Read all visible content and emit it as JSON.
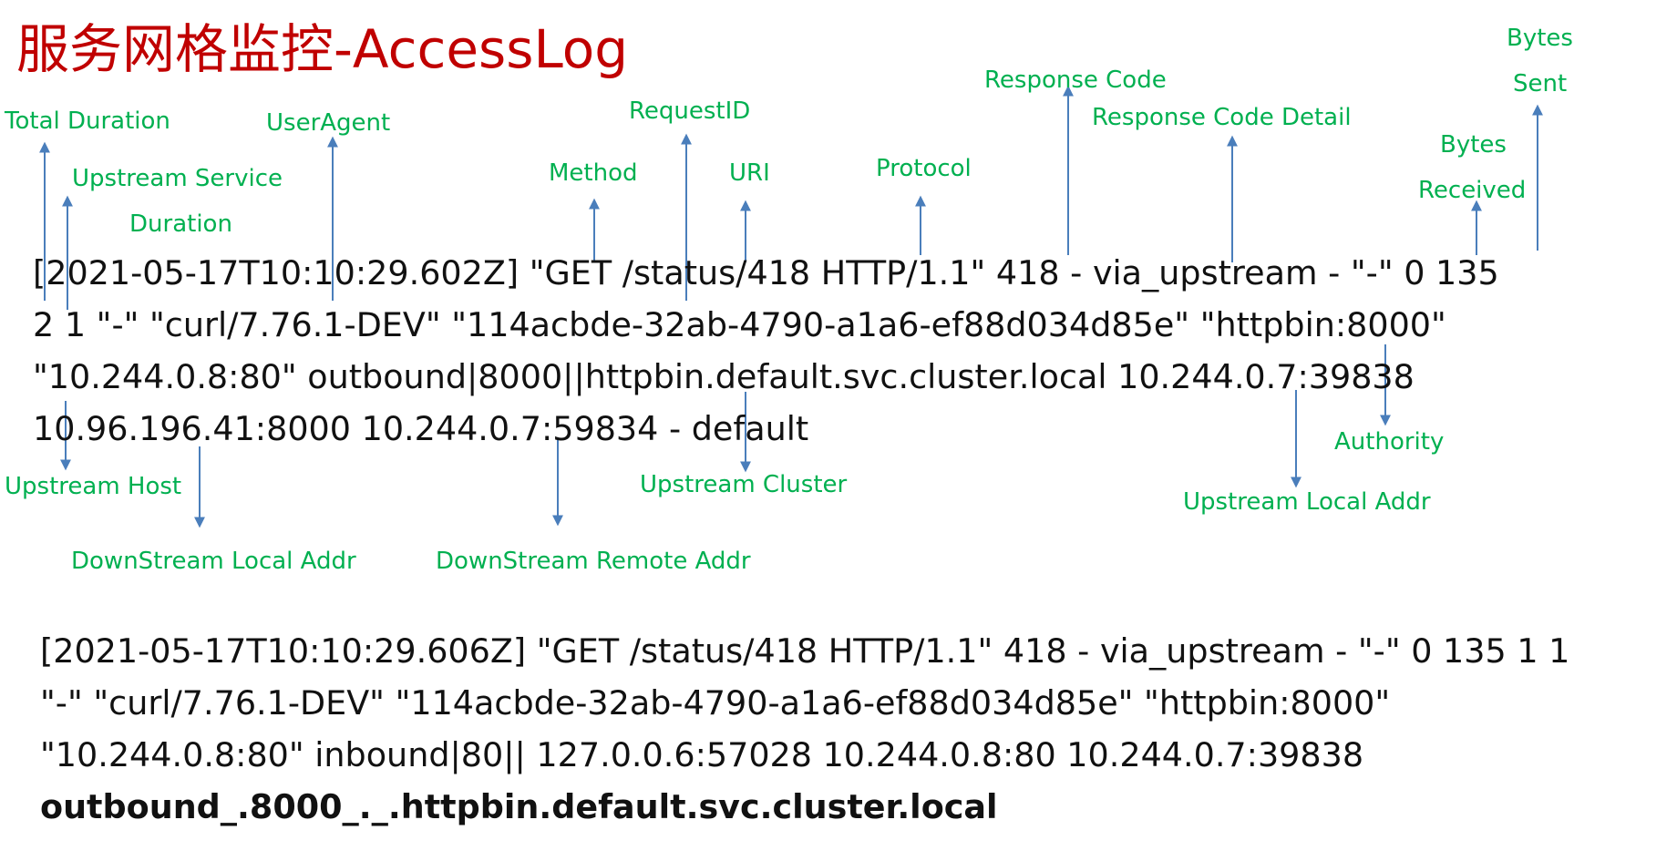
{
  "title": "服务网格监控-AccessLog",
  "labels": {
    "total_duration": "Total Duration",
    "upstream_service_1": "Upstream Service",
    "upstream_service_2": "Duration",
    "useragent": "UserAgent",
    "method": "Method",
    "requestid": "RequestID",
    "uri": "URI",
    "protocol": "Protocol",
    "response_code": "Response Code",
    "response_code_detail": "Response Code Detail",
    "bytes_received_1": "Bytes",
    "bytes_received_2": "Received",
    "bytes_sent_1": "Bytes",
    "bytes_sent_2": "Sent",
    "upstream_host": "Upstream Host",
    "downstream_local_addr": "DownStream Local Addr",
    "downstream_remote_addr": "DownStream Remote Addr",
    "upstream_cluster": "Upstream Cluster",
    "authority": "Authority",
    "upstream_local_addr": "Upstream Local Addr"
  },
  "log1": [
    "[2021-05-17T10:10:29.602Z] \"GET /status/418 HTTP/1.1\" 418 - via_upstream - \"-\" 0 135",
    "2 1 \"-\" \"curl/7.76.1-DEV\" \"114acbde-32ab-4790-a1a6-ef88d034d85e\"  \"httpbin:8000\"",
    "\"10.244.0.8:80\" outbound|8000||httpbin.default.svc.cluster.local 10.244.0.7:39838",
    "10.96.196.41:8000 10.244.0.7:59834 - default"
  ],
  "log2": [
    "[2021-05-17T10:10:29.606Z] \"GET /status/418 HTTP/1.1\" 418 - via_upstream - \"-\" 0 135 1 1",
    "\"-\" \"curl/7.76.1-DEV\" \"114acbde-32ab-4790-a1a6-ef88d034d85e\" \"httpbin:8000\"",
    "\"10.244.0.8:80\" inbound|80|| 127.0.0.6:57028 10.244.0.8:80 10.244.0.7:39838",
    "outbound_.8000_._.httpbin.default.svc.cluster.local"
  ],
  "colors": {
    "title": "#c00000",
    "label": "#00b050",
    "arrow": "#4a7ebb",
    "text": "#111111"
  }
}
